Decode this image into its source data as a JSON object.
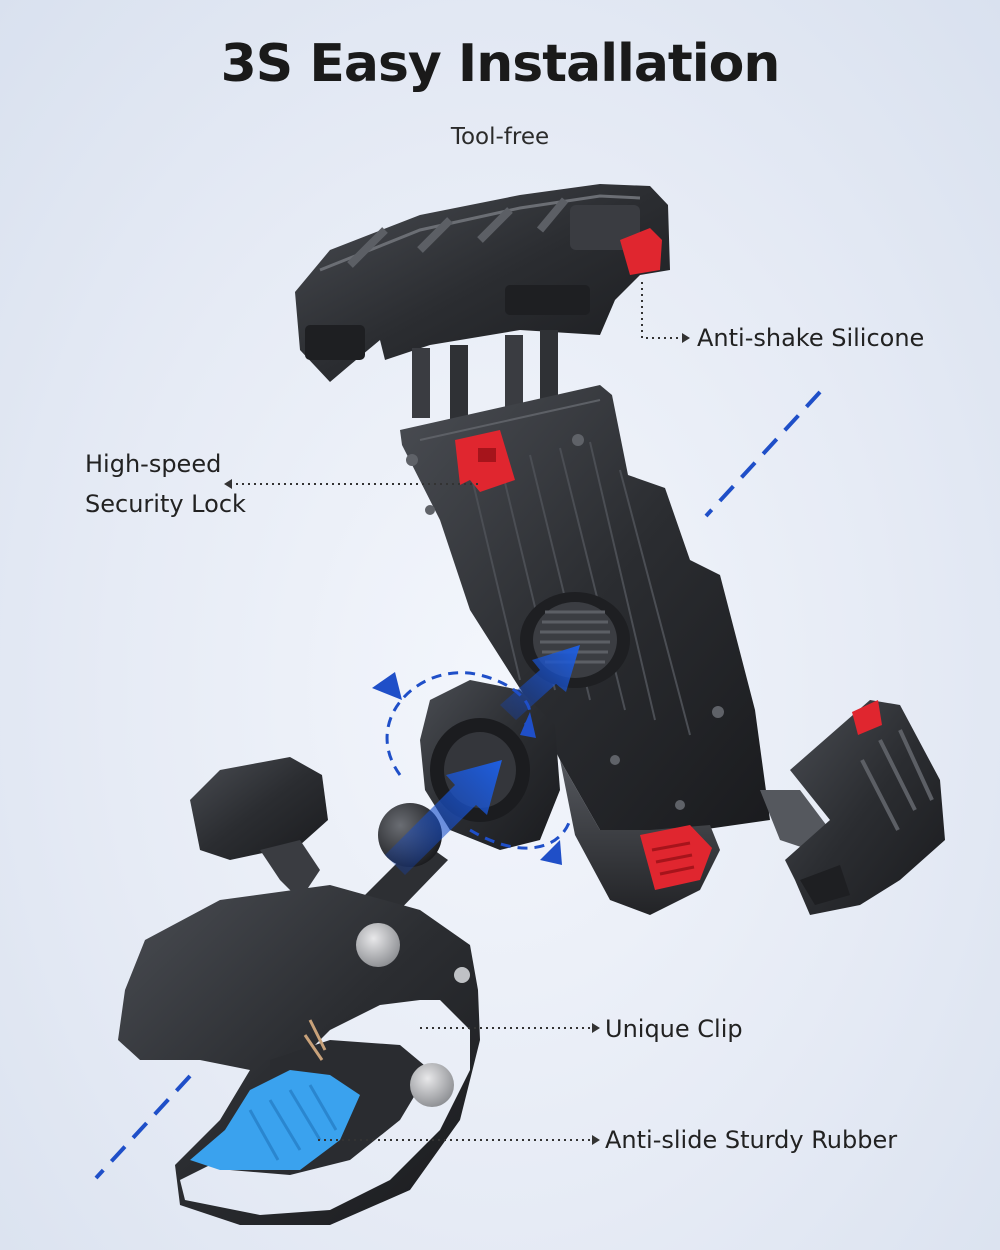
{
  "header": {
    "title": "3S Easy Installation",
    "subtitle": "Tool-free"
  },
  "callouts": {
    "anti_shake": "Anti-shake Silicone",
    "lock_line1": "High-speed",
    "lock_line2": "Security Lock",
    "unique_clip": "Unique Clip",
    "rubber": "Anti-slide Sturdy Rubber"
  },
  "colors": {
    "accent_blue": "#1f5fe0",
    "lock_red": "#e0262f",
    "rubber_blue": "#3aa2ee",
    "body_dark": "#2a2c30"
  }
}
